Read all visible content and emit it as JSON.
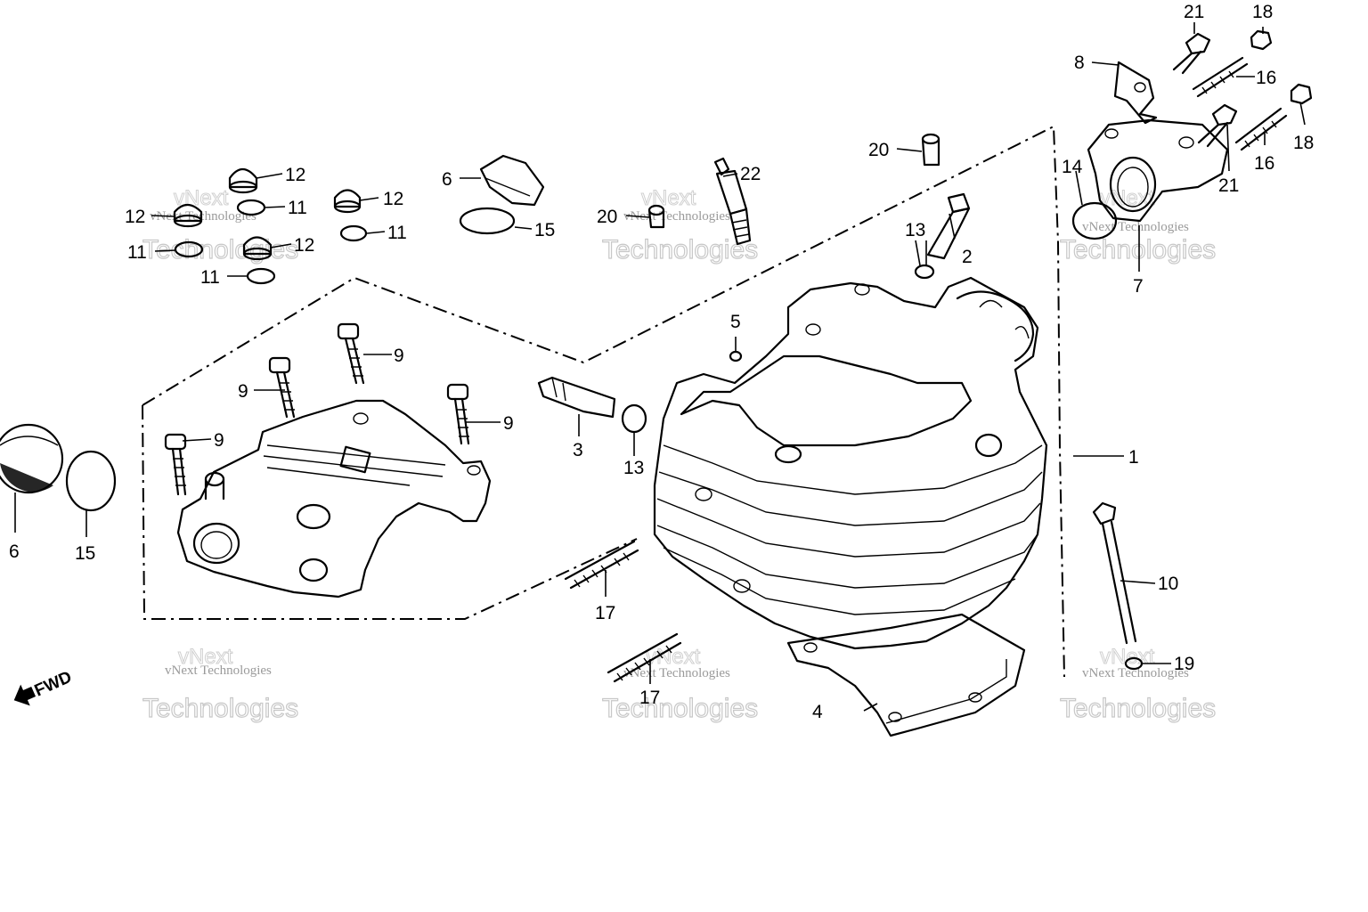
{
  "diagram": {
    "direction_label": "FWD",
    "watermark": {
      "line1": "vNext Technologies",
      "line2": "vNext",
      "line3": "Technologies"
    },
    "callouts": [
      {
        "id": "1",
        "text": "1"
      },
      {
        "id": "2",
        "text": "2"
      },
      {
        "id": "3",
        "text": "3"
      },
      {
        "id": "4",
        "text": "4"
      },
      {
        "id": "5",
        "text": "5"
      },
      {
        "id": "6a",
        "text": "6"
      },
      {
        "id": "6b",
        "text": "6"
      },
      {
        "id": "7",
        "text": "7"
      },
      {
        "id": "8",
        "text": "8"
      },
      {
        "id": "9a",
        "text": "9"
      },
      {
        "id": "9b",
        "text": "9"
      },
      {
        "id": "9c",
        "text": "9"
      },
      {
        "id": "9d",
        "text": "9"
      },
      {
        "id": "10",
        "text": "10"
      },
      {
        "id": "11a",
        "text": "11"
      },
      {
        "id": "11b",
        "text": "11"
      },
      {
        "id": "11c",
        "text": "11"
      },
      {
        "id": "11d",
        "text": "11"
      },
      {
        "id": "12a",
        "text": "12"
      },
      {
        "id": "12b",
        "text": "12"
      },
      {
        "id": "12c",
        "text": "12"
      },
      {
        "id": "12d",
        "text": "12"
      },
      {
        "id": "13a",
        "text": "13"
      },
      {
        "id": "13b",
        "text": "13"
      },
      {
        "id": "14",
        "text": "14"
      },
      {
        "id": "15a",
        "text": "15"
      },
      {
        "id": "15b",
        "text": "15"
      },
      {
        "id": "16a",
        "text": "16"
      },
      {
        "id": "16b",
        "text": "16"
      },
      {
        "id": "17a",
        "text": "17"
      },
      {
        "id": "17b",
        "text": "17"
      },
      {
        "id": "18a",
        "text": "18"
      },
      {
        "id": "18b",
        "text": "18"
      },
      {
        "id": "19",
        "text": "19"
      },
      {
        "id": "20a",
        "text": "20"
      },
      {
        "id": "20b",
        "text": "20"
      },
      {
        "id": "21a",
        "text": "21"
      },
      {
        "id": "21b",
        "text": "21"
      },
      {
        "id": "22",
        "text": "22"
      }
    ]
  }
}
